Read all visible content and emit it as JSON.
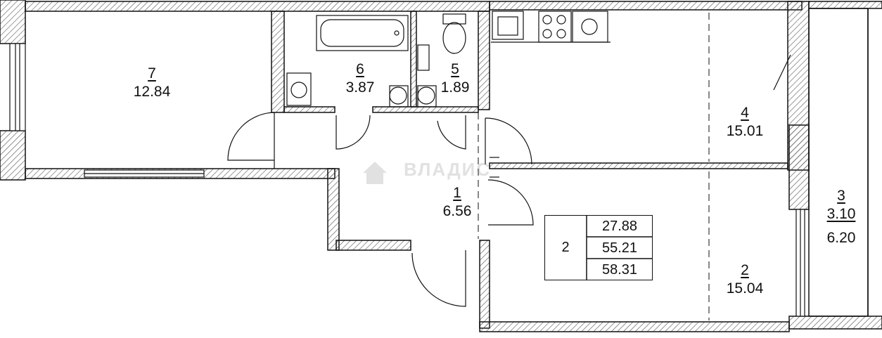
{
  "rooms": [
    {
      "num": "7",
      "area": "12.84"
    },
    {
      "num": "6",
      "area": "3.87"
    },
    {
      "num": "5",
      "area": "1.89"
    },
    {
      "num": "4",
      "area": "15.01"
    },
    {
      "num": "1",
      "area": "6.56"
    },
    {
      "num": "2",
      "area": "15.04"
    },
    {
      "num": "3",
      "area": "3.10",
      "area2": "6.20"
    }
  ],
  "summary": {
    "rooms_count": "2",
    "living_area": "27.88",
    "total_area": "55.21",
    "total_with_balcony": "58.31"
  },
  "watermark": "ВЛАДИС",
  "colors": {
    "line": "#111111",
    "hatch": "#555555",
    "watermark": "#bdbdbd"
  }
}
